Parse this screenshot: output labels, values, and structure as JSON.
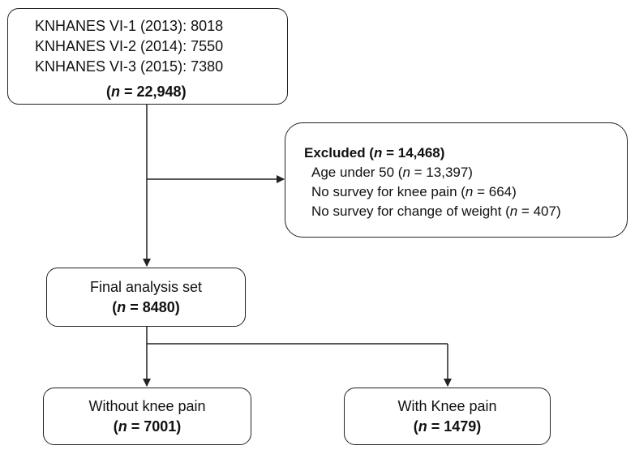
{
  "source_box": {
    "lines": [
      "KNHANES VI-1 (2013): 8018",
      "KNHANES VI-2 (2014): 7550",
      "KNHANES VI-3 (2015): 7380"
    ],
    "n_prefix": "(",
    "n_var": "n",
    "n_eq": " = 22,948)"
  },
  "excluded_box": {
    "title_prefix": "Excluded (",
    "title_var": "n",
    "title_eq": " = 14,468)",
    "items": [
      {
        "pre": "Age under 50 (",
        "var": "n",
        "post": " = 13,397)"
      },
      {
        "pre": "No survey for knee pain (",
        "var": "n",
        "post": " = 664)"
      },
      {
        "pre": "No survey for change of weight (",
        "var": "n",
        "post": " = 407)"
      }
    ]
  },
  "final_box": {
    "label": "Final analysis set",
    "n_prefix": "(",
    "n_var": "n",
    "n_eq": " = 8480)"
  },
  "without_box": {
    "label": "Without knee pain",
    "n_prefix": "(",
    "n_var": "n",
    "n_eq": " = 7001)"
  },
  "with_box": {
    "label": "With Knee pain",
    "n_prefix": "(",
    "n_var": "n",
    "n_eq": " = 1479)"
  }
}
